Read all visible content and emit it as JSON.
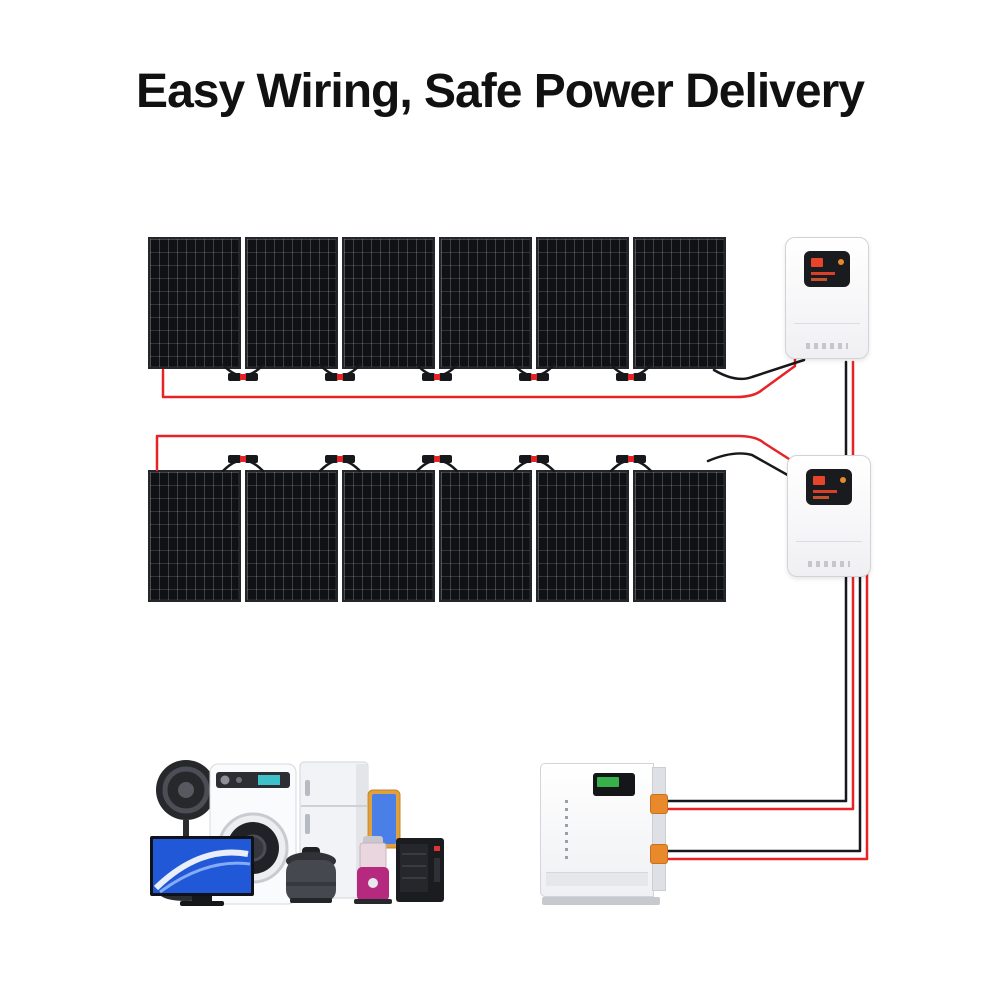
{
  "title": "Easy Wiring, Safe Power Delivery",
  "colors": {
    "background": "#ffffff",
    "title_text": "#111111",
    "wire_red": "#e82328",
    "wire_black": "#17181b",
    "panel_cell": "#0f1114",
    "panel_frame": "#23262b",
    "inverter_body": "#f7f7f9",
    "inverter_screen": "#191b1f",
    "inverter_accent_red": "#e8432b",
    "battery_body": "#f7f7f9",
    "battery_terminal_orange": "#e8892b",
    "battery_screen_green": "#37b24a",
    "tv_screen_blue": "#2158d8",
    "blender_magenta": "#b52a7e"
  },
  "diagram": {
    "solar_array_top": {
      "name": "solar-panel-array-top",
      "panel_count": 6
    },
    "solar_array_bottom": {
      "name": "solar-panel-array-bottom",
      "panel_count": 6
    },
    "inverter_top": {
      "name": "hybrid-inverter-top"
    },
    "inverter_bottom": {
      "name": "hybrid-inverter-bottom"
    },
    "battery": {
      "name": "wall-mounted-battery"
    },
    "appliances": [
      "pedestal-fan",
      "washing-machine",
      "refrigerator",
      "tablet",
      "microwave-oven",
      "rice-cooker",
      "blender",
      "television"
    ]
  }
}
